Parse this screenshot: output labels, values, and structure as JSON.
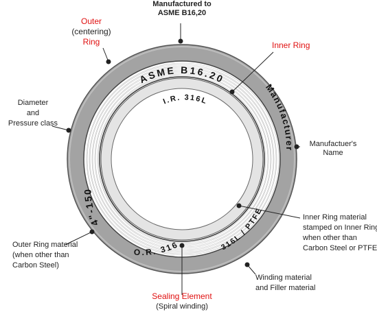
{
  "labels": {
    "manufactured": [
      "Manufactured to",
      "ASME B16,20"
    ],
    "outer": {
      "title": "Outer",
      "sub": "(centering)",
      "title2": "Ring"
    },
    "inner_ring": "Inner Ring",
    "diameter": [
      "Diameter",
      "and",
      "Pressure class"
    ],
    "manufacturer_name": [
      "Manufactuer's",
      "Name"
    ],
    "inner_ring_material": [
      "Inner Ring material",
      "stamped on Inner Ring",
      "when other than",
      "Carbon Steel or PTFE"
    ],
    "outer_ring_material": [
      "Outer Ring material",
      "(when other than",
      "Carbon Steel)"
    ],
    "winding": [
      "Winding material",
      "and Filler material"
    ],
    "sealing": {
      "title": "Sealing Element",
      "sub": "(Spiral winding)"
    }
  },
  "ring_markings": {
    "top": "ASME B16.20",
    "left": "4\"-150",
    "right": "Manufacturer",
    "bottom_left": "O.R. 316L",
    "bottom_right": "316L / PTFE",
    "inner": "I.R. 316L"
  },
  "colors": {
    "accent": "#e01010",
    "outer_ring": "#9a9a9a",
    "inner_ring": "#e2e2e2",
    "winding": "#ffffff",
    "line": "#222222"
  }
}
